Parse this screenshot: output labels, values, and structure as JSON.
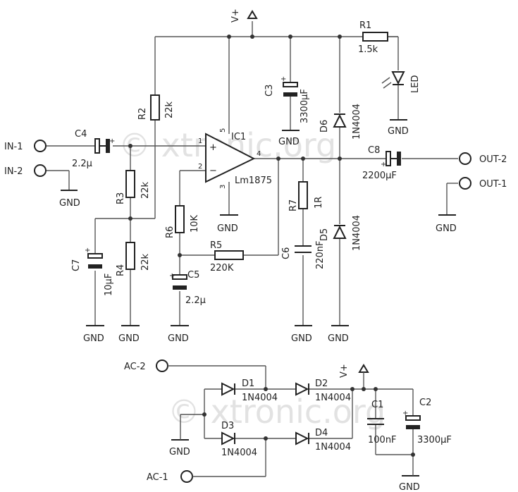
{
  "watermark": "© xtronic.org",
  "supply": "V+",
  "gnd": "GND",
  "ports": {
    "in1": "IN-1",
    "in2": "IN-2",
    "out1": "OUT-1",
    "out2": "OUT-2",
    "ac1": "AC-1",
    "ac2": "AC-2"
  },
  "ic": {
    "ref": "IC1",
    "value": "Lm1875",
    "pin1": "1",
    "pin2": "2",
    "pin3": "3",
    "pin4": "4",
    "pin5": "5",
    "plus": "+",
    "minus": "−"
  },
  "resistors": [
    {
      "ref": "R1",
      "value": "1.5k"
    },
    {
      "ref": "R2",
      "value": "22k"
    },
    {
      "ref": "R3",
      "value": "22k"
    },
    {
      "ref": "R4",
      "value": "22k"
    },
    {
      "ref": "R5",
      "value": "220K"
    },
    {
      "ref": "R6",
      "value": "10K"
    },
    {
      "ref": "R7",
      "value": "1R"
    }
  ],
  "capacitors": [
    {
      "ref": "C1",
      "value": "100nF"
    },
    {
      "ref": "C2",
      "value": "3300µF"
    },
    {
      "ref": "C3",
      "value": "3300µF"
    },
    {
      "ref": "C4",
      "value": "2.2µ"
    },
    {
      "ref": "C5",
      "value": "2.2µ"
    },
    {
      "ref": "C6",
      "value": "220nF"
    },
    {
      "ref": "C7",
      "value": "10µF"
    },
    {
      "ref": "C8",
      "value": "2200µF"
    }
  ],
  "diodes": [
    {
      "ref": "D1",
      "value": "1N4004"
    },
    {
      "ref": "D2",
      "value": "1N4004"
    },
    {
      "ref": "D3",
      "value": "1N4004"
    },
    {
      "ref": "D4",
      "value": "1N4004"
    },
    {
      "ref": "D5",
      "value": "1N4004"
    },
    {
      "ref": "D6",
      "value": "1N4004"
    }
  ],
  "led": {
    "label": "LED"
  },
  "polarity": "+"
}
